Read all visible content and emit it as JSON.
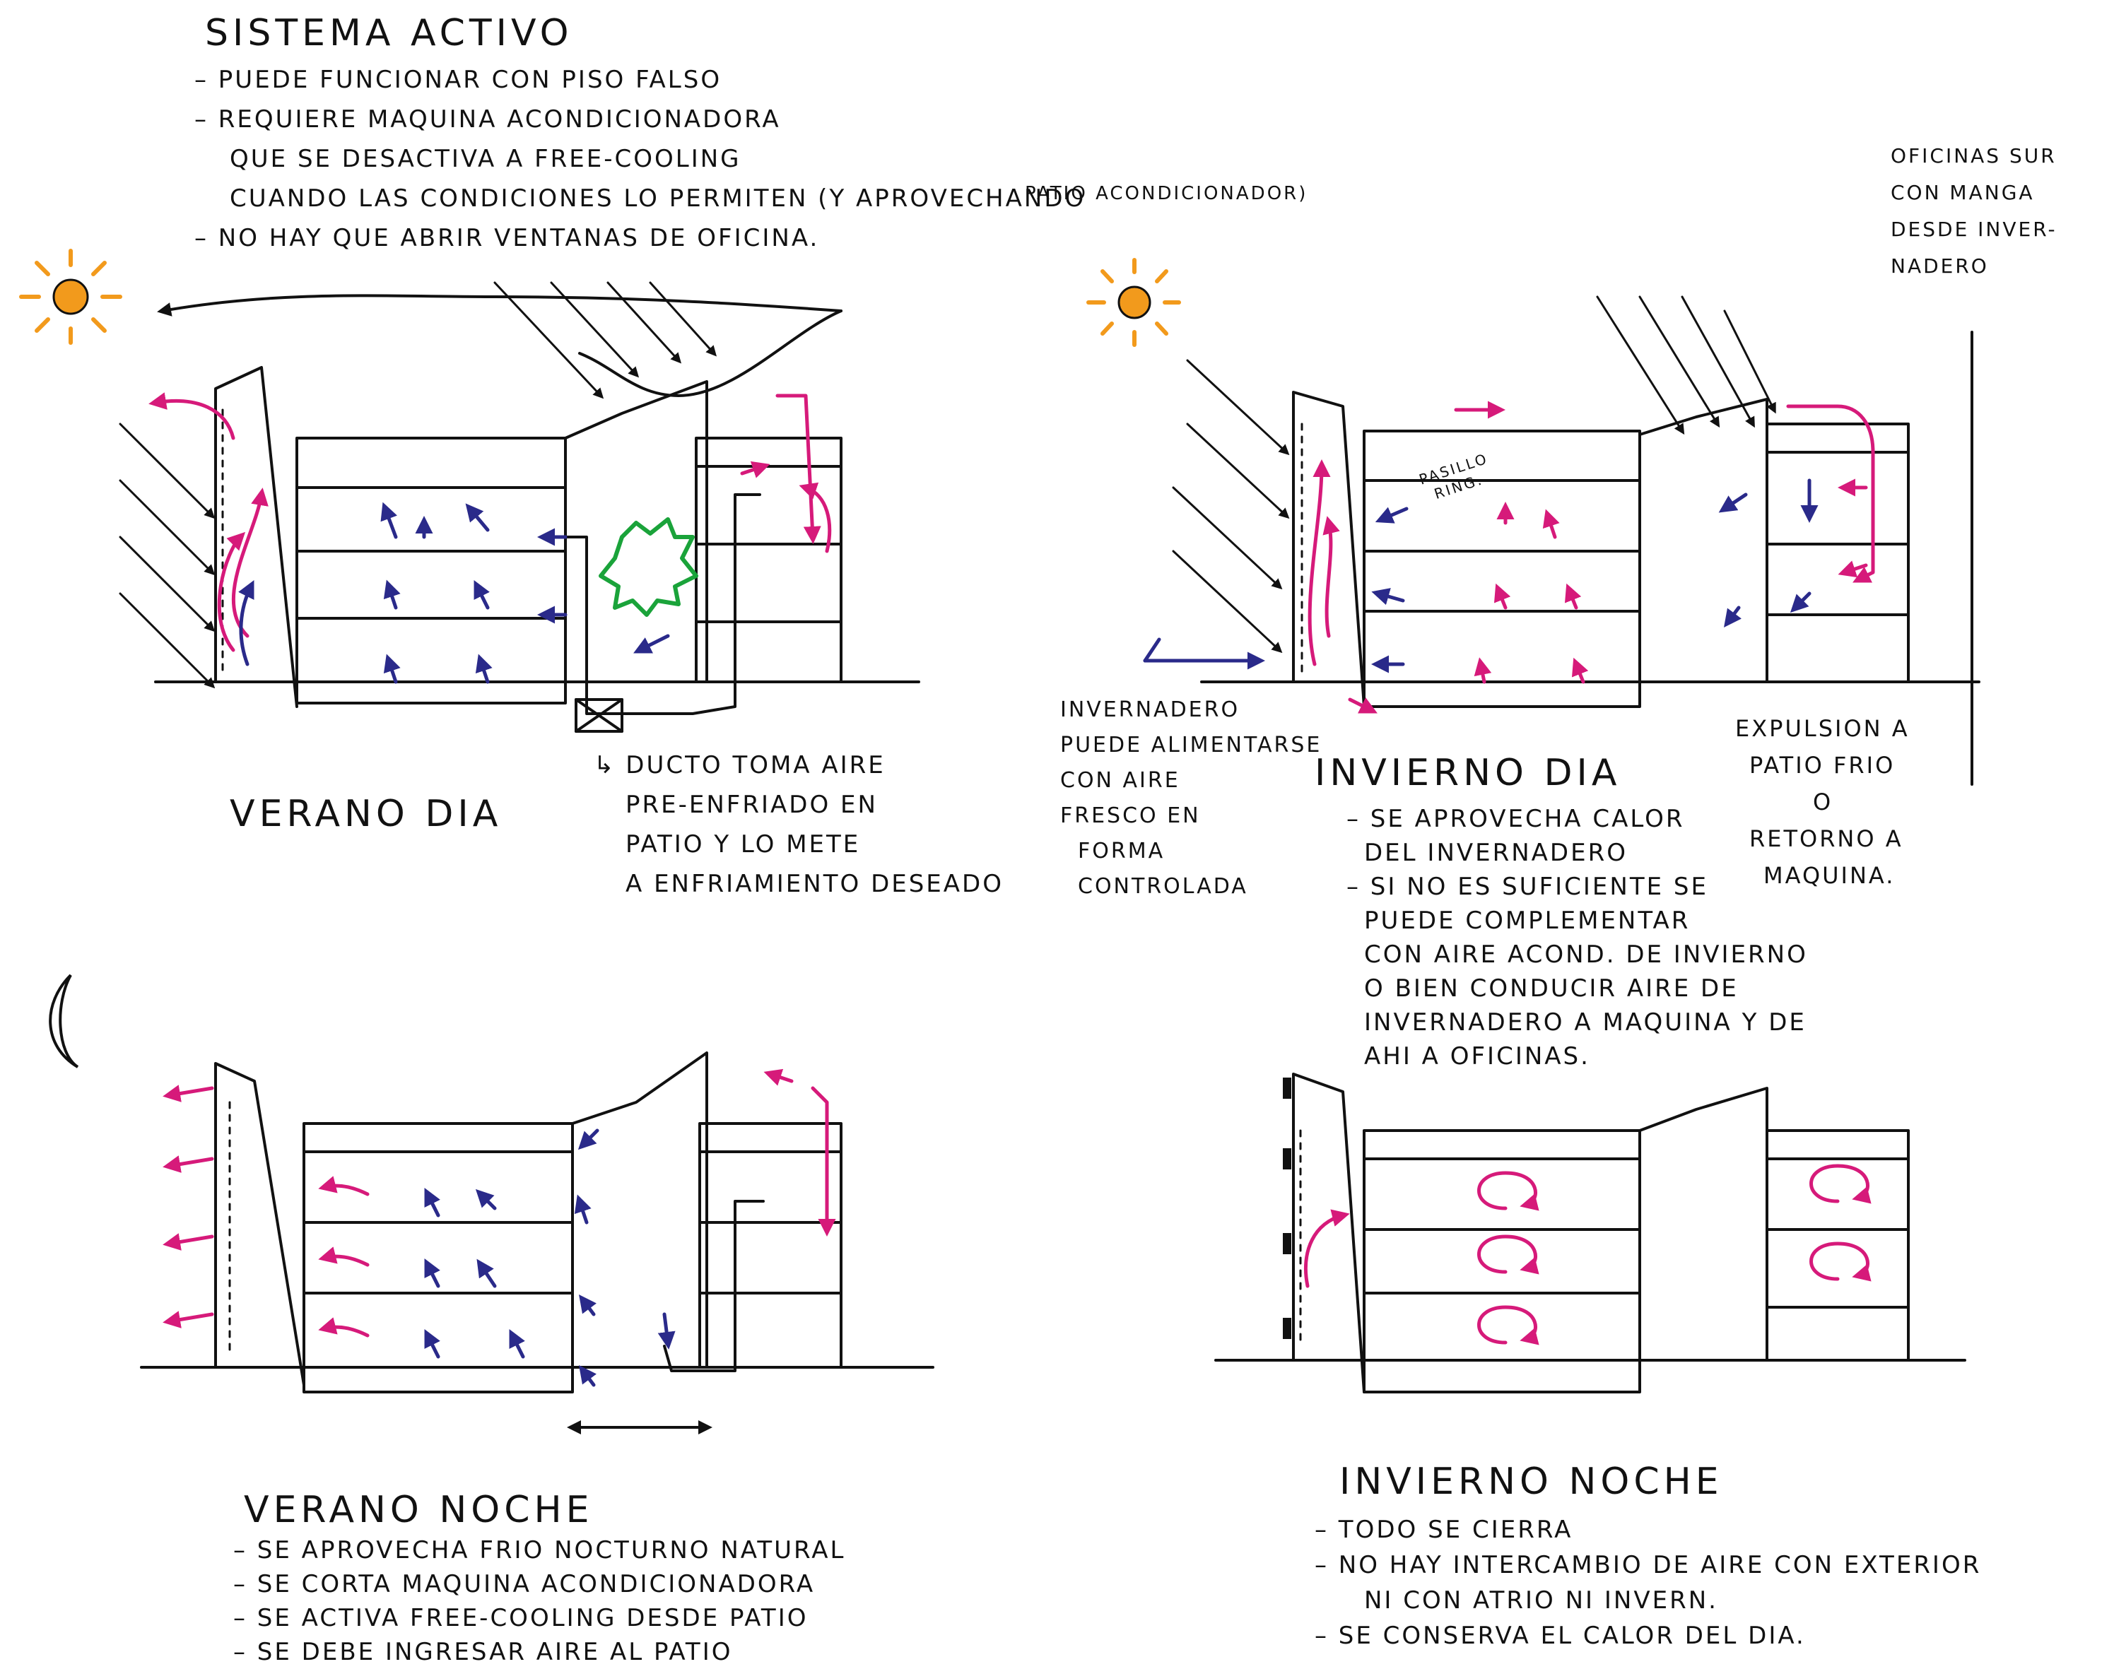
{
  "colors": {
    "ink": "#111111",
    "warm_air": "#d61a7a",
    "cool_air": "#2a2a8a",
    "tree": "#1aa33a",
    "sun": "#f29a1c"
  },
  "icons": [
    "sun-icon",
    "moon-icon",
    "tree-icon"
  ],
  "header": {
    "title": "SISTEMA ACTIVO",
    "lines": [
      "– PUEDE FUNCIONAR CON PISO FALSO",
      "– REQUIERE MAQUINA ACONDICIONADORA",
      "QUE SE DESACTIVA A FREE-COOLING",
      "CUANDO LAS CONDICIONES LO PERMITEN (Y APROVECHANDO",
      "– NO HAY QUE ABRIR VENTANAS DE OFICINA."
    ],
    "aside": "PATIO ACONDICIONADOR)"
  },
  "notes": {
    "oficinas_sur": [
      "OFICINAS SUR",
      "CON MANGA",
      "DESDE INVER-",
      "NADERO"
    ],
    "ducto": [
      "↳ DUCTO TOMA AIRE",
      "PRE-ENFRIADO EN",
      "PATIO Y LO METE",
      "A ENFRIAMIENTO DESEADO"
    ],
    "invernadero": [
      "INVERNADERO",
      "PUEDE ALIMENTARSE",
      "CON AIRE",
      "FRESCO EN",
      "FORMA",
      "CONTROLADA"
    ],
    "expulsion": [
      "EXPULSION A",
      "PATIO FRIO",
      "O",
      "RETORNO A",
      "MAQUINA."
    ],
    "pasillo": [
      "PASILLO",
      "RING."
    ]
  },
  "scenes": {
    "verano_dia": {
      "title": "VERANO DIA"
    },
    "invierno_dia": {
      "title": "INVIERNO DIA",
      "lines": [
        "– SE APROVECHA CALOR",
        "DEL INVERNADERO",
        "– SI NO ES SUFICIENTE SE",
        "PUEDE COMPLEMENTAR",
        "CON AIRE ACOND. DE INVIERNO",
        "O BIEN CONDUCIR AIRE DE",
        "INVERNADERO A MAQUINA Y DE",
        "AHI A OFICINAS."
      ]
    },
    "verano_noche": {
      "title": "VERANO NOCHE",
      "lines": [
        "– SE APROVECHA FRIO NOCTURNO NATURAL",
        "– SE CORTA MAQUINA ACONDICIONADORA",
        "– SE ACTIVA FREE-COOLING DESDE PATIO",
        "– SE DEBE INGRESAR AIRE AL PATIO"
      ]
    },
    "invierno_noche": {
      "title": "INVIERNO NOCHE",
      "lines": [
        "– TODO SE CIERRA",
        "– NO HAY INTERCAMBIO DE AIRE CON EXTERIOR",
        "NI CON ATRIO NI INVERN.",
        "– SE CONSERVA EL CALOR DEL DIA."
      ]
    }
  }
}
